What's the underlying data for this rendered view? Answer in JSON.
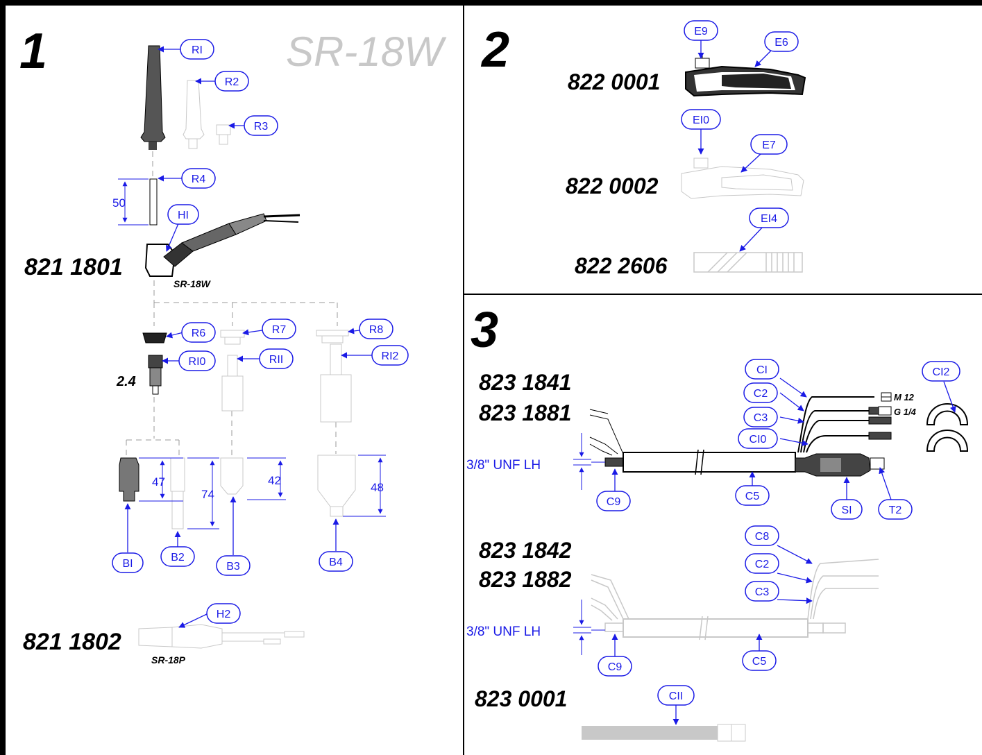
{
  "colors": {
    "callout": "#1a1ae6",
    "ink": "#000000",
    "ghost": "#c8c8c8",
    "frame": "#000000"
  },
  "panel1": {
    "number": "1",
    "watermark": "SR-18W",
    "part_main": "821 1801",
    "part_main_model": "SR-18W",
    "part_alt": "821 1802",
    "part_alt_model": "SR-18P",
    "electrode_size": "2.4",
    "dim_r4": "50",
    "dim_b1": "47",
    "dim_b2": "74",
    "dim_b3": "42",
    "dim_b4": "48",
    "callouts": {
      "r1": "RI",
      "r2": "R2",
      "r3": "R3",
      "r4": "R4",
      "h1": "HI",
      "r6": "R6",
      "r7": "R7",
      "r8": "R8",
      "r10": "RI0",
      "r11": "RII",
      "r12": "RI2",
      "b1": "BI",
      "b2": "B2",
      "b3": "B3",
      "b4": "B4",
      "h2": "H2"
    }
  },
  "panel2": {
    "number": "2",
    "part_e6": "822 0001",
    "part_e7": "822 0002",
    "part_e14": "822 2606",
    "callouts": {
      "e9": "E9",
      "e6": "E6",
      "e10": "EI0",
      "e7": "E7",
      "e14": "EI4"
    }
  },
  "panel3": {
    "number": "3",
    "set_a_line1": "823 1841",
    "set_a_line2": "823 1881",
    "set_b_line1": "823 1842",
    "set_b_line2": "823 1882",
    "part_c11": "823 0001",
    "thread_a": "3/8\" UNF LH",
    "thread_b": "3/8\" UNF LH",
    "fitting_m12": "M 12",
    "fitting_g14": "G 1/4",
    "callouts": {
      "c1": "CI",
      "c2": "C2",
      "c3": "C3",
      "c10": "CI0",
      "c12": "CI2",
      "c9": "C9",
      "c5": "C5",
      "s1": "SI",
      "t2": "T2",
      "c8": "C8",
      "c2b": "C2",
      "c3b": "C3",
      "c9b": "C9",
      "c5b": "C5",
      "c11": "CII"
    }
  }
}
